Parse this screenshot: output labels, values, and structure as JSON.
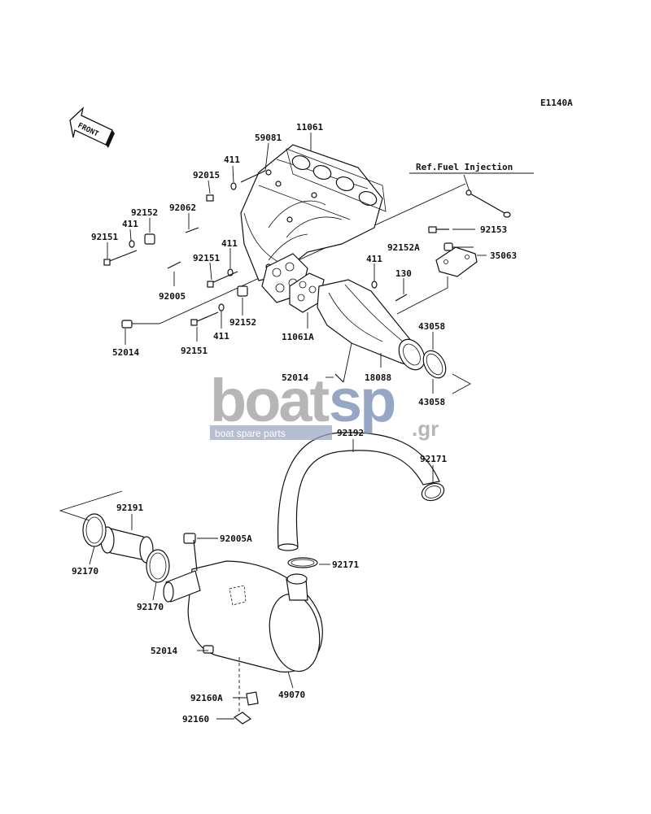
{
  "diagram": {
    "code": "E1140A",
    "front_label": "FRONT",
    "ref_label": "Ref.Fuel Injection",
    "watermark": {
      "brand_a": "boat",
      "brand_b": "sp",
      "tld": ".gr",
      "tagline": "boat spare parts"
    },
    "parts": [
      {
        "id": "p59081",
        "number": "59081"
      },
      {
        "id": "p11061",
        "number": "11061"
      },
      {
        "id": "p411a",
        "number": "411"
      },
      {
        "id": "p92015",
        "number": "92015"
      },
      {
        "id": "p92062",
        "number": "92062"
      },
      {
        "id": "p92152a",
        "number": "92152"
      },
      {
        "id": "p411b",
        "number": "411"
      },
      {
        "id": "p92151a",
        "number": "92151"
      },
      {
        "id": "p411c",
        "number": "411"
      },
      {
        "id": "p92151b",
        "number": "92151"
      },
      {
        "id": "p92005",
        "number": "92005"
      },
      {
        "id": "p92153",
        "number": "92153"
      },
      {
        "id": "p92152A",
        "number": "92152A"
      },
      {
        "id": "p35063",
        "number": "35063"
      },
      {
        "id": "p411d",
        "number": "411"
      },
      {
        "id": "p130",
        "number": "130"
      },
      {
        "id": "p52014a",
        "number": "52014"
      },
      {
        "id": "p92151c",
        "number": "92151"
      },
      {
        "id": "p411e",
        "number": "411"
      },
      {
        "id": "p92152b",
        "number": "92152"
      },
      {
        "id": "p11061A",
        "number": "11061A"
      },
      {
        "id": "p43058a",
        "number": "43058"
      },
      {
        "id": "p52014b",
        "number": "52014"
      },
      {
        "id": "p18088",
        "number": "18088"
      },
      {
        "id": "p43058b",
        "number": "43058"
      },
      {
        "id": "p92192",
        "number": "92192"
      },
      {
        "id": "p92171a",
        "number": "92171"
      },
      {
        "id": "p92191",
        "number": "92191"
      },
      {
        "id": "p92005A",
        "number": "92005A"
      },
      {
        "id": "p92170a",
        "number": "92170"
      },
      {
        "id": "p92171b",
        "number": "92171"
      },
      {
        "id": "p92170b",
        "number": "92170"
      },
      {
        "id": "p52014c",
        "number": "52014"
      },
      {
        "id": "p49070",
        "number": "49070"
      },
      {
        "id": "p92160A",
        "number": "92160A"
      },
      {
        "id": "p92160",
        "number": "92160"
      }
    ]
  }
}
